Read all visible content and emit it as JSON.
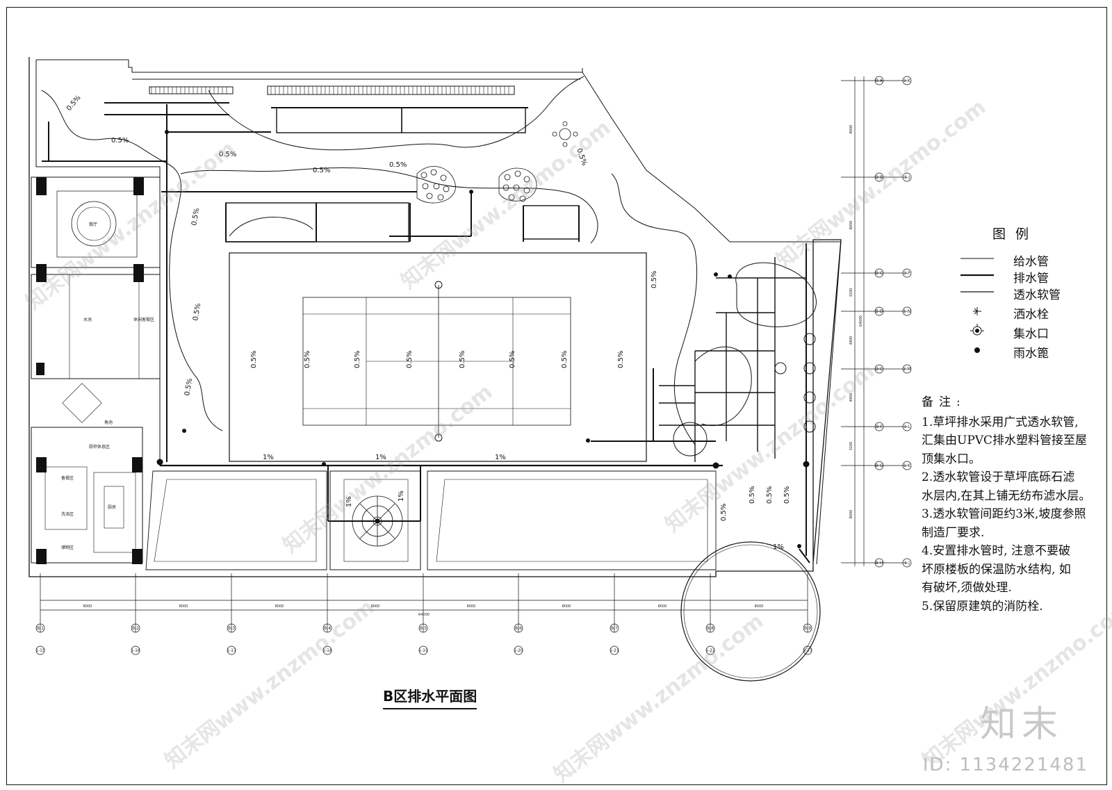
{
  "drawing_title": "B区排水平面图",
  "legend": {
    "title": "图例",
    "items": [
      {
        "label": "给水管",
        "symbol": "thin-line-icon"
      },
      {
        "label": "排水管",
        "symbol": "thick-line-icon"
      },
      {
        "label": "透水软管",
        "symbol": "thin-line-icon"
      },
      {
        "label": "洒水栓",
        "symbol": "sprinkler-icon"
      },
      {
        "label": "集水口",
        "symbol": "collector-icon"
      },
      {
        "label": "雨水篦",
        "symbol": "rain-grate-icon"
      }
    ]
  },
  "notes": {
    "title": "备注:",
    "lines": [
      "1.草坪排水采用广式透水软管,",
      "汇集由UPVC排水塑料管接至屋",
      "顶集水口。",
      "2.透水软管设于草坪底砾石滤",
      "水层内,在其上铺无纺布滤水层。",
      "3.透水软管间距约3米,坡度参照",
      "制造厂要求.",
      "4.安置排水管时, 注意不要破",
      "坏原楼板的保温防水结构, 如",
      "有破坏,须做处理.",
      "5.保留原建筑的消防栓."
    ]
  },
  "plan_labels": {
    "slope_half": "0.5%",
    "slope_one": "1%",
    "dining_hall": "餐厅",
    "rest_area": "休闲客餐区",
    "kitchen_rest": "厨师休息区",
    "serving": "备餐区",
    "washing": "洗涤区",
    "kitchen": "厨房",
    "storage": "储物区",
    "corner": "角池",
    "pool": "水池",
    "dim_8000": "8000",
    "dim_total": "64000",
    "dim_3200": "3200",
    "dim_4800": "4800"
  },
  "axis_bottom": [
    "B-1",
    "B-2",
    "B-3",
    "B-4",
    "B-5",
    "B-6",
    "B-7",
    "B-8",
    "B-9"
  ],
  "axis_bottom_lower": [
    "1-15",
    "1-16",
    "1-17",
    "1-18",
    "1-19",
    "1-20",
    "1-21",
    "1-22",
    "1-23"
  ],
  "axis_right": [
    "B-A",
    "B-B",
    "B-C",
    "B-D",
    "B-E",
    "B-F",
    "B-G",
    "B-H"
  ],
  "axis_right_outer": [
    "1-K",
    "1-J",
    "1-P",
    "1-N",
    "1-M",
    "1-L",
    "1-K",
    "1-J"
  ],
  "watermark_text": "知末网www.znzmo.com",
  "brand": "知末",
  "image_id": "ID: 1134221481"
}
